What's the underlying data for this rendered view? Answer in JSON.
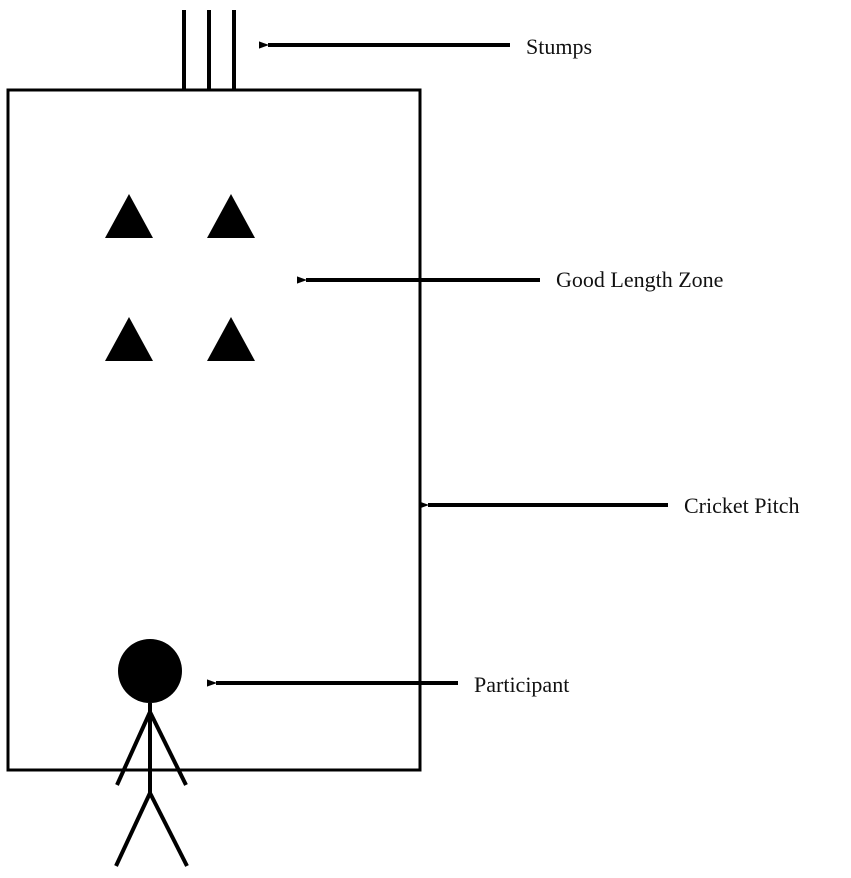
{
  "labels": {
    "stumps": "Stumps",
    "good_length_zone": "Good Length Zone",
    "cricket_pitch": "Cricket Pitch",
    "participant": "Participant"
  },
  "markers": {
    "count": 4,
    "shape": "triangle"
  },
  "colors": {
    "ink": "#000000",
    "background": "#ffffff"
  }
}
